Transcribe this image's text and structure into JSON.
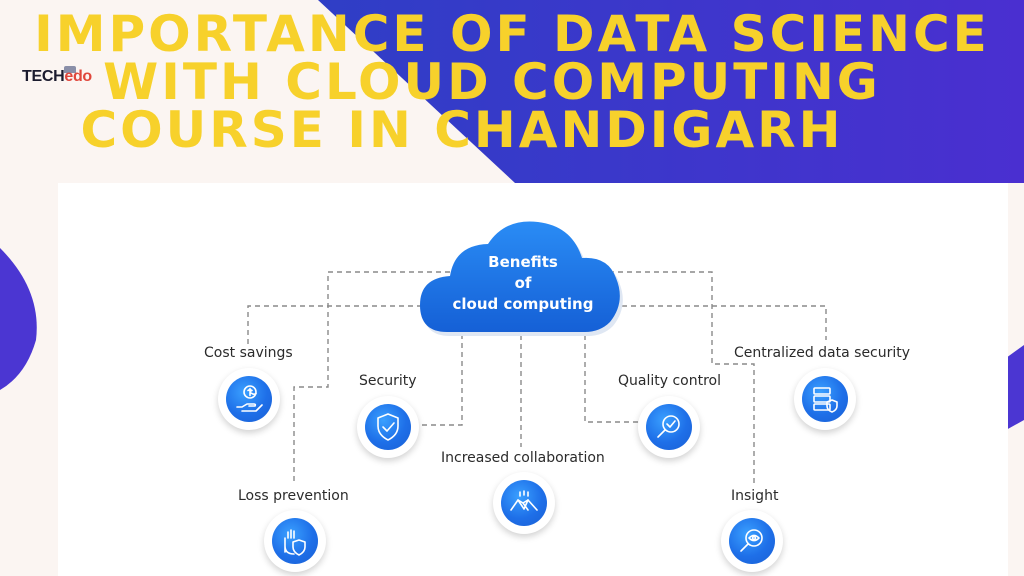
{
  "brand": {
    "logo_part1": "TECH",
    "logo_part2": "edo"
  },
  "title": {
    "line1": "IMPORTANCE OF DATA SCIENCE",
    "line2": "WITH CLOUD COMPUTING",
    "line3": "COURSE IN CHANDIGARH"
  },
  "diagram": {
    "center": {
      "line1": "Benefits",
      "line2": "of",
      "line3": "cloud computing"
    },
    "benefits": {
      "cost_savings": "Cost savings",
      "security": "Security",
      "loss_prevention": "Loss prevention",
      "increased_collaboration": "Increased collaboration",
      "quality_control": "Quality control",
      "centralized_data_security": "Centralized data security",
      "insight": "Insight"
    },
    "icons": {
      "cost_savings": "hand-dollar-icon",
      "security": "shield-check-icon",
      "loss_prevention": "hand-shield-icon",
      "increased_collaboration": "handshake-icon",
      "quality_control": "magnifier-check-icon",
      "centralized_data_security": "server-shield-icon",
      "insight": "magnifier-eye-icon"
    }
  },
  "colors": {
    "title": "#f7d12b",
    "banner": "#3a34c8",
    "cloud": "#1e78e8",
    "background": "#fbf5f2"
  }
}
